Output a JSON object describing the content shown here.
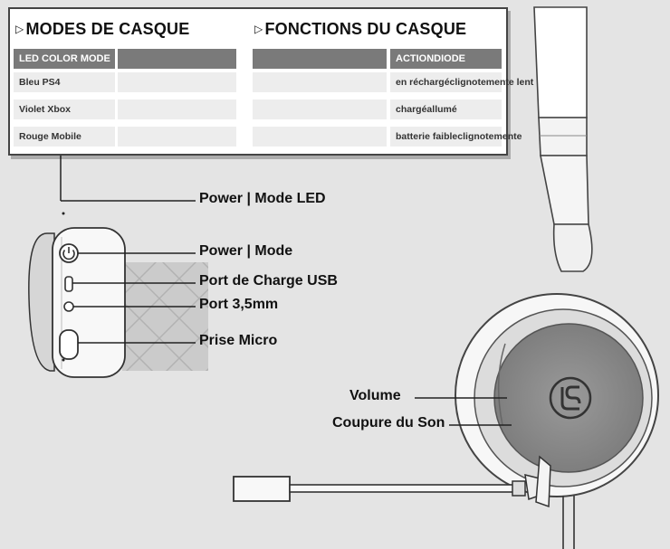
{
  "modes": {
    "title": "MODES DE CASQUE",
    "header": [
      "LED COLOR MODE",
      ""
    ],
    "rows": [
      [
        "Bleu PS4",
        ""
      ],
      [
        "Violet Xbox",
        ""
      ],
      [
        "Rouge Mobile",
        ""
      ]
    ]
  },
  "functions": {
    "title": "FONCTIONS DU CASQUE",
    "header": [
      "",
      "ACTIONDIODE"
    ],
    "rows": [
      [
        "",
        "en réchargéclignotemente lent"
      ],
      [
        "",
        "chargéallumé"
      ],
      [
        "",
        "batterie faibleclignotemente"
      ]
    ]
  },
  "labels": {
    "power_led": "Power | Mode LED",
    "power_mode": "Power | Mode",
    "usb": "Port de Charge USB",
    "jack": "Port  3,5mm",
    "mic": "Prise Micro",
    "volume": "Volume",
    "mute": "Coupure du Son"
  },
  "icons": [
    "power-icon",
    "brand-logo-icon"
  ],
  "colors": {
    "background": "#e4e4e4",
    "header": "#7a7a7a",
    "cell": "#ededed"
  }
}
